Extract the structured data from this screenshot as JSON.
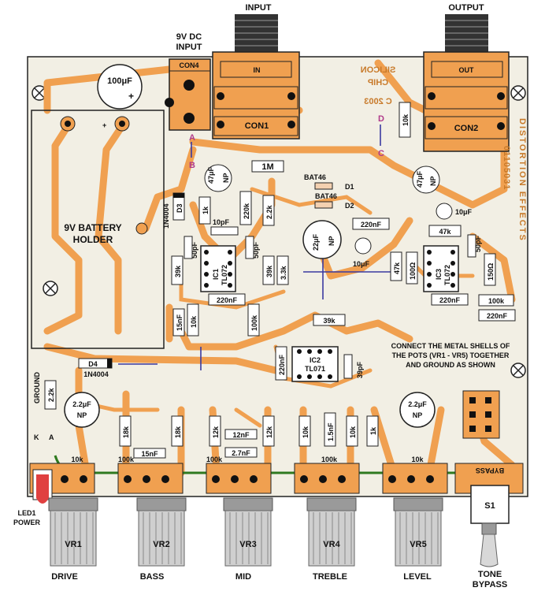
{
  "colors": {
    "board": "#f2efe4",
    "track": "#f0a050",
    "pad": "#111111",
    "link": "#3a3aa0",
    "brand": "#c87a2a",
    "ground_wire": "#2f7a1f",
    "led": "#e04040"
  },
  "jacks": {
    "input": "INPUT",
    "output": "OUTPUT",
    "con1": "CON1",
    "con2": "CON2",
    "in_mark": "IN",
    "out_mark": "OUT"
  },
  "dc": {
    "title_line1": "9V DC",
    "title_line2": "INPUT",
    "con4": "CON4"
  },
  "brand": {
    "line1": "SILICON",
    "line2": "CHIP",
    "year": "C 2003",
    "project_code": "01105031",
    "project_title": "DISTORTION EFFECTS"
  },
  "battery": {
    "label_line1": "9V BATTERY",
    "label_line2": "HOLDER"
  },
  "links": {
    "a": "A",
    "b": "B",
    "c": "C",
    "d": "D"
  },
  "note": {
    "line1": "CONNECT THE METAL SHELLS OF",
    "line2": "THE POTS (VR1 - VR5) TOGETHER",
    "line3": "AND GROUND AS SHOWN"
  },
  "ground": {
    "label": "GROUND",
    "k": "K",
    "a": "A"
  },
  "led": {
    "line1": "LED1",
    "line2": "POWER"
  },
  "components": {
    "c100uf": "100μF",
    "r1m": "1M",
    "bat1": "BAT46",
    "bat2": "BAT46",
    "d1": "D1",
    "d2": "D2",
    "d3": "D3",
    "d3_type": "1N4004",
    "d4": "D4",
    "d4_type": "1N4004",
    "c47uf_a": "47μF",
    "np": "NP",
    "c47uf_b": "47μF",
    "r10k_d": "10k",
    "r1k_a": "1k",
    "r220k": "220k",
    "r2k2_a": "2.2k",
    "c10pf": "10pF",
    "c50pf_a": "50pF",
    "c50pf_b": "50pF",
    "ic1": "IC1",
    "ic1_type": "TL072",
    "r39k_a": "39k",
    "r39k_b": "39k",
    "r3k3": "3.3k",
    "c220nf_a": "220nF",
    "c22uf": "22μF",
    "c10uf_a": "10μF",
    "c10uf_b": "10μF",
    "c220nf_b": "220nF",
    "r47k_a": "47k",
    "r47k_b": "47k",
    "r100r": "100Ω",
    "ic3": "IC3",
    "ic3_type": "TL072",
    "r150r": "150Ω",
    "c50pf_c": "50pF",
    "c220nf_c": "220nF",
    "r100k_a": "100k",
    "c220nf_d": "220nF",
    "c15nf_a": "15nF",
    "r10k_a": "10k",
    "r100k_b": "100k",
    "r39k_c": "39k",
    "ic2": "IC2",
    "ic2_type": "TL071",
    "c220nf_e": "220nF",
    "c39pf": "39pF",
    "r2k2_b": "2.2k",
    "c2u2_a": "2.2μF",
    "c2u2_b": "2.2μF",
    "r18k_a": "18k",
    "r18k_b": "18k",
    "c15nf_b": "15nF",
    "r12k_a": "12k",
    "r12k_b": "12k",
    "c12nf": "12nF",
    "c2n7": "2.7nF",
    "r10k_b": "10k",
    "c1n5": "1.5nF",
    "r10k_c": "10k",
    "r1k_b": "1k"
  },
  "pots": [
    {
      "ref": "VR1",
      "value": "10k",
      "name": "DRIVE"
    },
    {
      "ref": "VR2",
      "value": "100k",
      "name": "BASS"
    },
    {
      "ref": "VR3",
      "value": "100k",
      "name": "MID"
    },
    {
      "ref": "VR4",
      "value": "100k",
      "name": "TREBLE"
    },
    {
      "ref": "VR5",
      "value": "10k",
      "name": "LEVEL"
    }
  ],
  "switch": {
    "ref": "S1",
    "name_line1": "TONE",
    "name_line2": "BYPASS",
    "bypass": "BYPASS"
  }
}
